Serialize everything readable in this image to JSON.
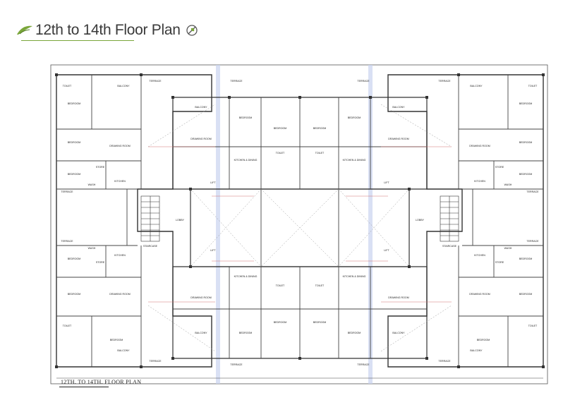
{
  "header": {
    "title": "12th to 14th Floor Plan",
    "leaf_icon": "leaf-icon",
    "eco_icon": "eco-circle-icon",
    "accent_color": "#7aa63a"
  },
  "plan": {
    "caption": "12TH. TO 14TH. FLOOR PLAN",
    "line_color": "#333333",
    "accent_line_color": "#d07070",
    "highlight_color": "#c9d3ef",
    "labels": {
      "drawing_room": "DRAWING ROOM",
      "bedroom": "BEDROOM",
      "toilet": "TOILET",
      "kitchen": "KITCHEN",
      "kitchen_dining": "KITCHEN & DINING",
      "balcony": "BALCONY",
      "terrace": "TERRACE",
      "store": "STORE",
      "lobby": "LOBBY",
      "wash": "WASH",
      "lift": "LIFT",
      "staircase": "STAIRCASE"
    }
  }
}
